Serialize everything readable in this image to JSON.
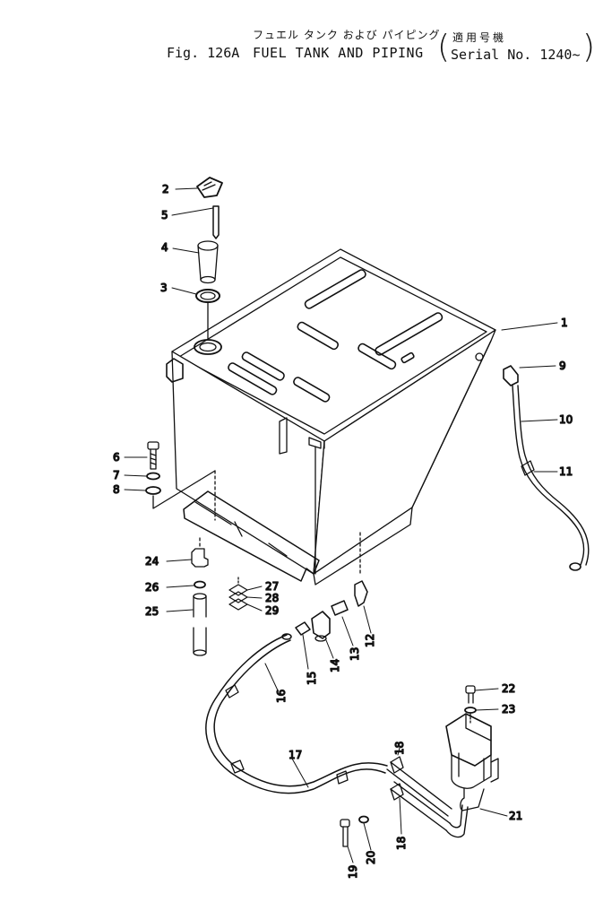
{
  "header": {
    "jp_title": "フュエル タンク および パイピング",
    "fig_number": "Fig. 126A",
    "title": "FUEL TANK AND PIPING",
    "paren_open": "(",
    "jp_serial": "適用号機",
    "serial": "Serial No. 1240~",
    "paren_close": ")"
  },
  "callouts": [
    {
      "id": "p1",
      "label": "1"
    },
    {
      "id": "p2",
      "label": "2"
    },
    {
      "id": "p3",
      "label": "3"
    },
    {
      "id": "p4",
      "label": "4"
    },
    {
      "id": "p5",
      "label": "5"
    },
    {
      "id": "p6",
      "label": "6"
    },
    {
      "id": "p7",
      "label": "7"
    },
    {
      "id": "p8",
      "label": "8"
    },
    {
      "id": "p9",
      "label": "9"
    },
    {
      "id": "p10",
      "label": "10"
    },
    {
      "id": "p11",
      "label": "11"
    },
    {
      "id": "p12",
      "label": "12"
    },
    {
      "id": "p13",
      "label": "13"
    },
    {
      "id": "p14",
      "label": "14"
    },
    {
      "id": "p15",
      "label": "15"
    },
    {
      "id": "p16",
      "label": "16"
    },
    {
      "id": "p17",
      "label": "17"
    },
    {
      "id": "p18a",
      "label": "18"
    },
    {
      "id": "p18b",
      "label": "18"
    },
    {
      "id": "p19",
      "label": "19"
    },
    {
      "id": "p20",
      "label": "20"
    },
    {
      "id": "p21",
      "label": "21"
    },
    {
      "id": "p22",
      "label": "22"
    },
    {
      "id": "p23",
      "label": "23"
    },
    {
      "id": "p24",
      "label": "24"
    },
    {
      "id": "p25",
      "label": "25"
    },
    {
      "id": "p26",
      "label": "26"
    },
    {
      "id": "p27",
      "label": "27"
    },
    {
      "id": "p28",
      "label": "28"
    },
    {
      "id": "p29",
      "label": "29"
    }
  ]
}
